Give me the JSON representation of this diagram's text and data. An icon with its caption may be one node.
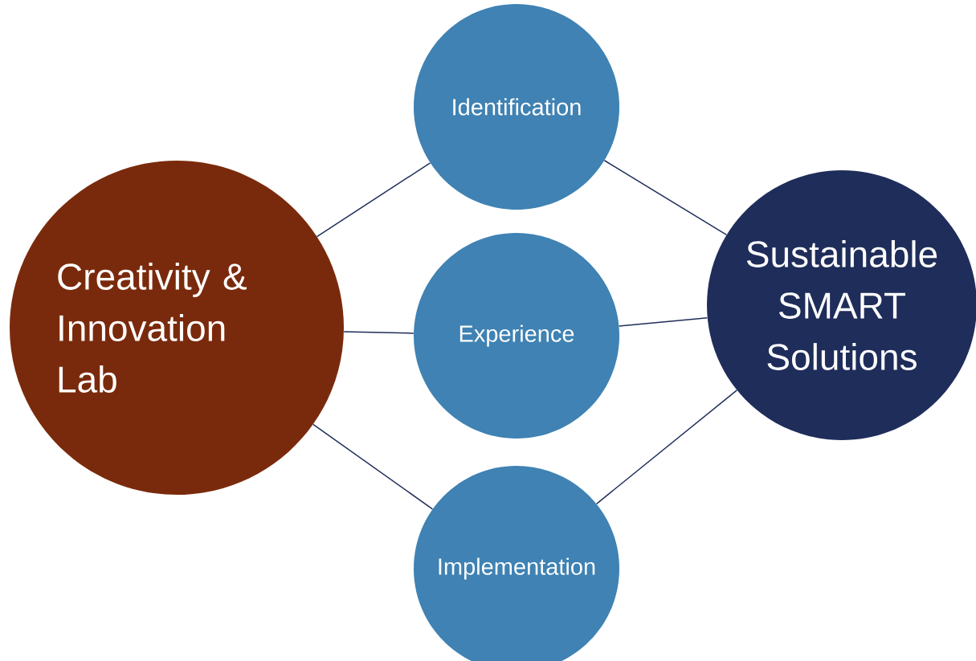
{
  "diagram": {
    "nodes": [
      {
        "text": [
          "Creativity & Innovation Lab"
        ]
      },
      {
        "text": [
          "Identification"
        ]
      },
      {
        "text": [
          "Experience"
        ]
      },
      {
        "text": [
          "Implementation"
        ]
      },
      {
        "text": [
          "Sustainable SMART Solutions"
        ]
      }
    ],
    "edges": [
      {
        "from": 0,
        "to": 1,
        "arrow": "none"
      },
      {
        "from": 0,
        "to": 2,
        "arrow": "none"
      },
      {
        "from": 0,
        "to": 3,
        "arrow": "none"
      },
      {
        "from": 1,
        "to": 4,
        "arrow": "none"
      },
      {
        "from": 2,
        "to": 4,
        "arrow": "none"
      },
      {
        "from": 3,
        "to": 4,
        "arrow": "none"
      }
    ]
  }
}
